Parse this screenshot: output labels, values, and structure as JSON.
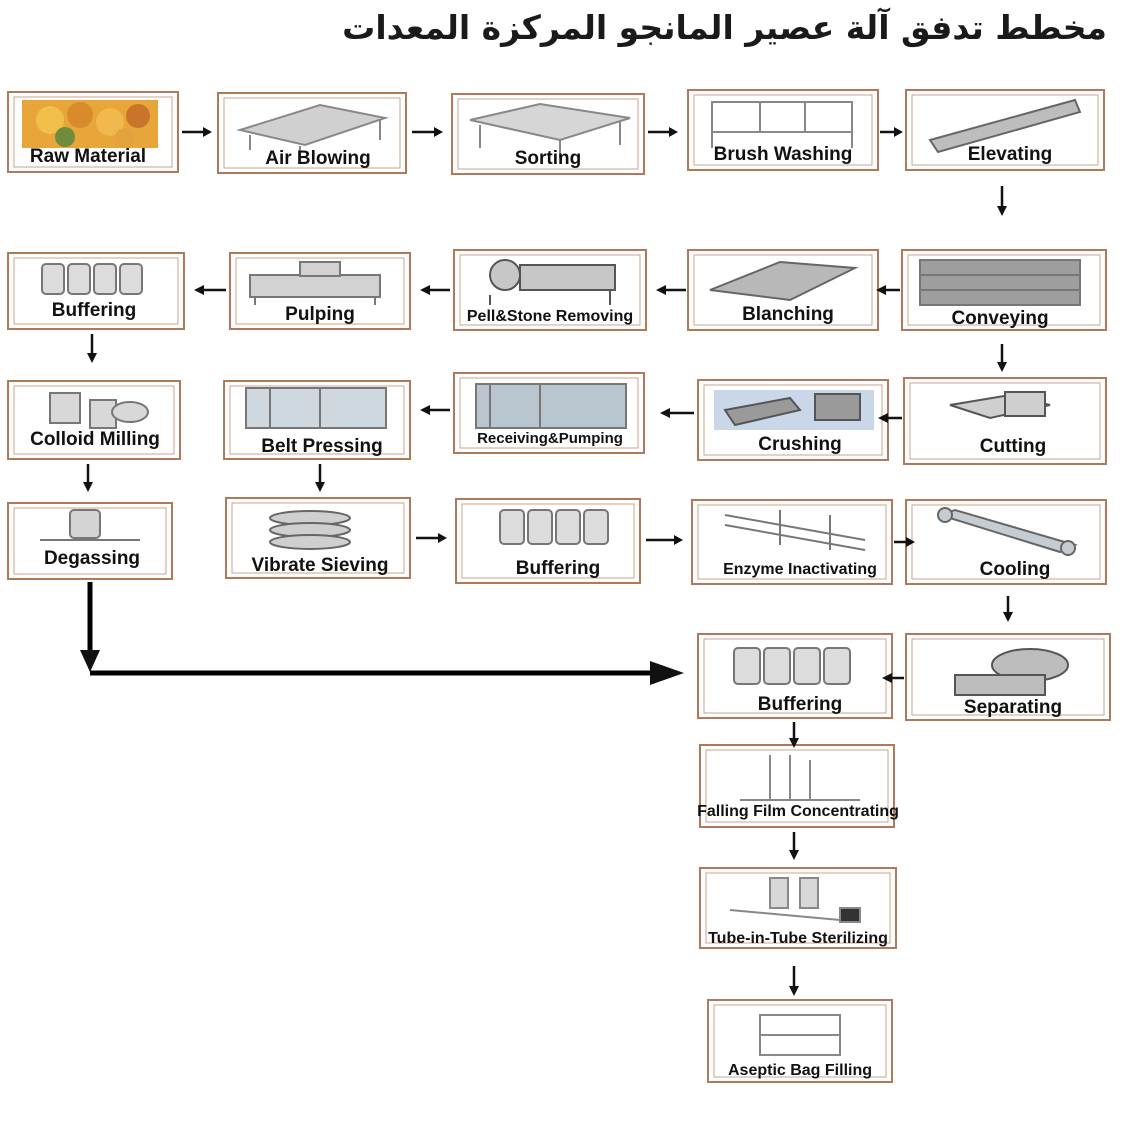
{
  "title": "مخطط تدفق آلة عصير المانجو المركزة المعدات",
  "steps": {
    "raw_material": "Raw Material",
    "air_blowing": "Air Blowing",
    "sorting": "Sorting",
    "brush_washing": "Brush Washing",
    "elevating": "Elevating",
    "conveying": "Conveying",
    "blanching": "Blanching",
    "pell_stone_removing": "Pell&Stone Removing",
    "pulping": "Pulping",
    "buffering_1": "Buffering",
    "cutting": "Cutting",
    "crushing": "Crushing",
    "receiving_pumping": "Receiving&Pumping",
    "belt_pressing": "Belt Pressing",
    "colloid_milling": "Colloid Milling",
    "degassing": "Degassing",
    "vibrate_sieving": "Vibrate Sieving",
    "buffering_2": "Buffering",
    "enzyme_inactivating": "Enzyme Inactivating",
    "cooling": "Cooling",
    "separating": "Separating",
    "buffering_3": "Buffering",
    "falling_film": "Falling Film Concentrating",
    "tube_sterilizing": "Tube-in-Tube Sterilizing",
    "aseptic_filling": "Aseptic Bag Filling"
  },
  "colors": {
    "box_border": "#b07a5a",
    "arrow": "#111111"
  }
}
